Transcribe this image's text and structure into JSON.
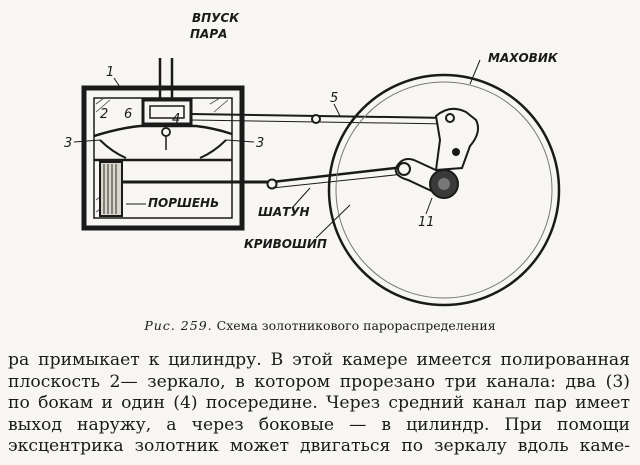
{
  "figure": {
    "labels": {
      "steam_inlet_1": "ВПУСК",
      "steam_inlet_2": "ПАРА",
      "flywheel": "МАХОВИК",
      "piston": "ПОРШЕНЬ",
      "rod": "ШАТУН",
      "crank": "КРИВОШИП"
    },
    "numbers": {
      "n1": "1",
      "n2": "2",
      "n6": "6",
      "n4": "4",
      "n3_left": "3",
      "n3_right": "3",
      "n5": "5",
      "n11": "11"
    }
  },
  "caption": {
    "fig_no": "Рис. 259.",
    "text": "Схема золотникового парораспределения"
  },
  "body_lines": [
    "ра примыкает к цилиндру. В этой камере имеется полированная",
    "плоскость 2— зеркало, в котором прорезано три канала: два (3)",
    "по бокам и один (4) посередине. Через средний канал пар имеет",
    "выход наружу, а через боковые — в цилиндр. При помощи",
    "эксцентрика золотник может двигаться по зеркалу вдоль каме-"
  ]
}
